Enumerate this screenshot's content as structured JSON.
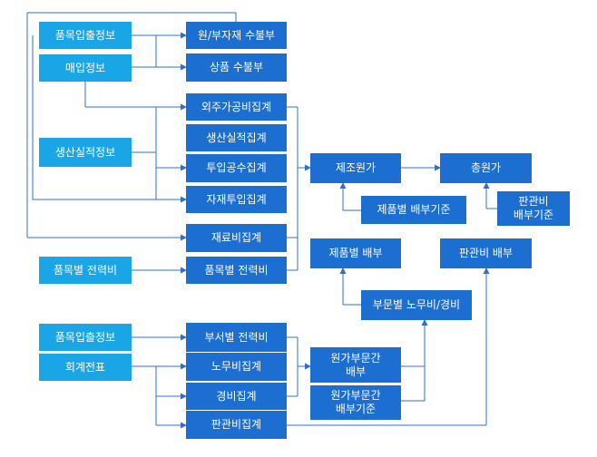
{
  "nodes": {
    "item_io_info_1": "품목입출정보",
    "purchase_info": "매입정보",
    "production_actual_info": "생산실적정보",
    "item_power_cost_input": "품목별 전력비",
    "item_io_info_2": "품목입출정보",
    "accounting_slip": "회계전표",
    "raw_material_ledger": "원/부자재 수불부",
    "goods_ledger": "상품 수불부",
    "outsourcing_cost_sum": "외주가공비집계",
    "production_actual_sum": "생산실적집계",
    "input_man_hour_sum": "투입공수집계",
    "material_input_sum": "자재투입집계",
    "material_cost_sum": "재료비집계",
    "item_power_cost_sum": "품목별 전력비",
    "manufacturing_cost": "제조원가",
    "total_cost": "총원가",
    "product_allocation_basis": "제품별 배부기준",
    "sga_allocation_basis": "판관비\n배부기준",
    "product_allocation": "제품별 배부",
    "sga_allocation": "판관비 배부",
    "dept_labor_expense": "부문별 노무비/경비",
    "dept_power_cost": "부서별 전력비",
    "labor_cost_sum": "노무비집계",
    "expense_sum": "경비집계",
    "sga_sum": "판관비집계",
    "inter_dept_allocation": "원가부문간\n배부",
    "inter_dept_allocation_basis": "원가부문간\n배부기준"
  },
  "colors": {
    "source_box": "#1aa6e6",
    "process_box": "#1c6fd0",
    "connector": "#2d6fcf",
    "text": "#ffffff"
  }
}
